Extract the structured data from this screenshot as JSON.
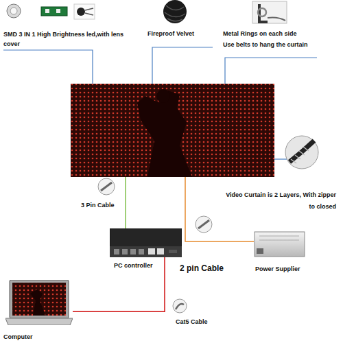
{
  "diagram": {
    "nodes": [
      {
        "text": [
          "PC controller"
        ]
      },
      {
        "text": [
          "Power Supplier"
        ]
      },
      {
        "text": [
          "Computer"
        ]
      }
    ],
    "edges": [
      {
        "from": 2,
        "to": 0,
        "arrow": "none",
        "label": "Cat5 Cable"
      }
    ],
    "labels": [
      "SMD 3 IN 1 High Brightness led,with lens cover",
      "Fireproof Velvet",
      "Metal Rings on each side",
      "Use belts to hang the curtain",
      "Video Curtain is 2 Layers, With zipper to closed",
      "3 Pin Cable",
      "2 pin Cable"
    ]
  }
}
